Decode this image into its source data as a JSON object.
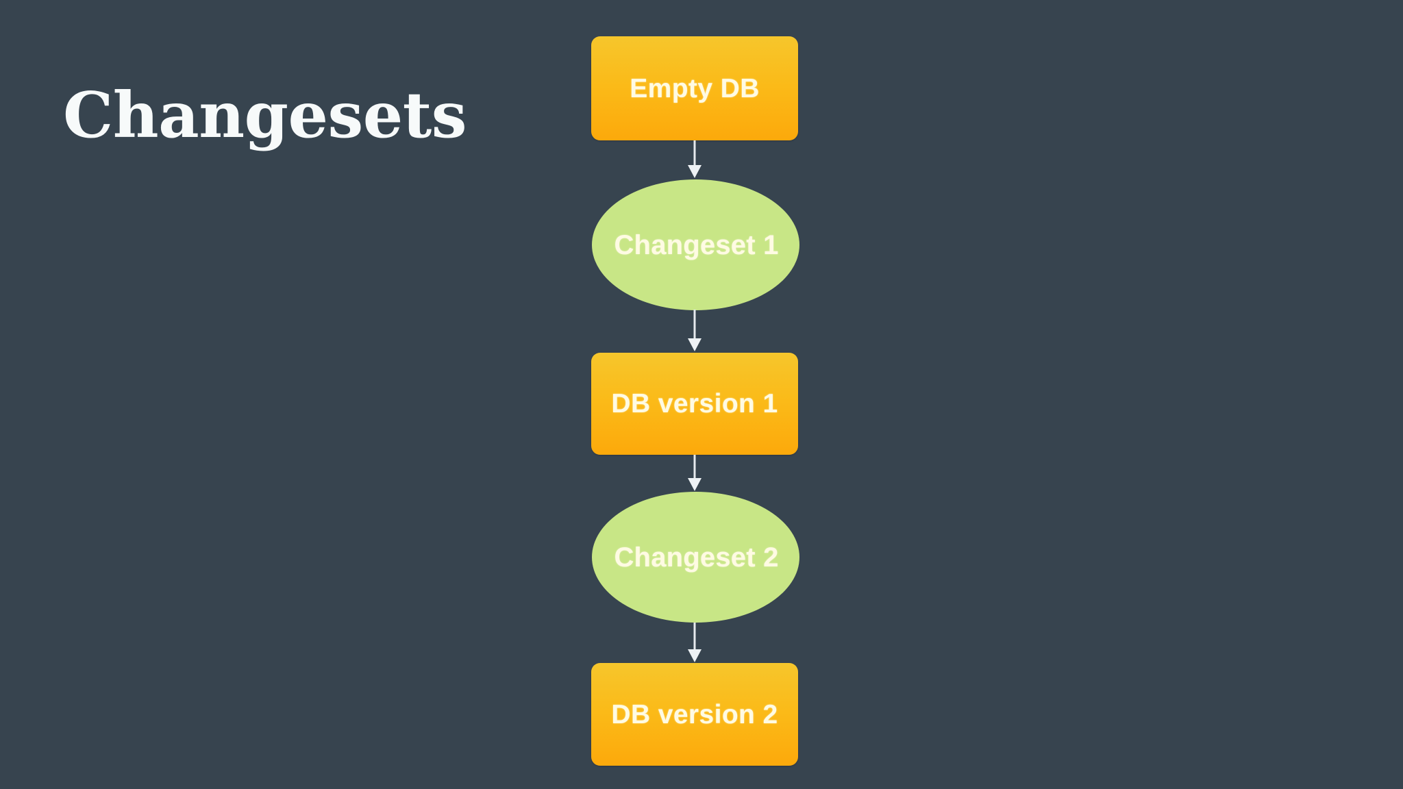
{
  "slide": {
    "title": "Changesets",
    "background_color": "#37444f",
    "title_color": "#f7fafa"
  },
  "diagram": {
    "type": "flowchart",
    "orientation": "top-to-bottom",
    "node_colors": {
      "state_gradient_top": "#f6c62c",
      "state_gradient_bottom": "#fca90b",
      "changeset_fill": "#c8e686",
      "node_text": "#fffbe3",
      "arrow": "#e6eaee"
    },
    "nodes": [
      {
        "id": "empty-db",
        "label": "Empty DB",
        "shape": "rounded-rect",
        "order": 1
      },
      {
        "id": "changeset-1",
        "label": "Changeset 1",
        "shape": "ellipse",
        "order": 2
      },
      {
        "id": "db-version-1",
        "label": "DB version 1",
        "shape": "rounded-rect",
        "order": 3
      },
      {
        "id": "changeset-2",
        "label": "Changeset 2",
        "shape": "ellipse",
        "order": 4
      },
      {
        "id": "db-version-2",
        "label": "DB version 2",
        "shape": "rounded-rect",
        "order": 5
      }
    ],
    "edges": [
      {
        "from": "empty-db",
        "to": "changeset-1",
        "style": "arrow"
      },
      {
        "from": "changeset-1",
        "to": "db-version-1",
        "style": "arrow"
      },
      {
        "from": "db-version-1",
        "to": "changeset-2",
        "style": "arrow"
      },
      {
        "from": "changeset-2",
        "to": "db-version-2",
        "style": "arrow"
      }
    ]
  }
}
